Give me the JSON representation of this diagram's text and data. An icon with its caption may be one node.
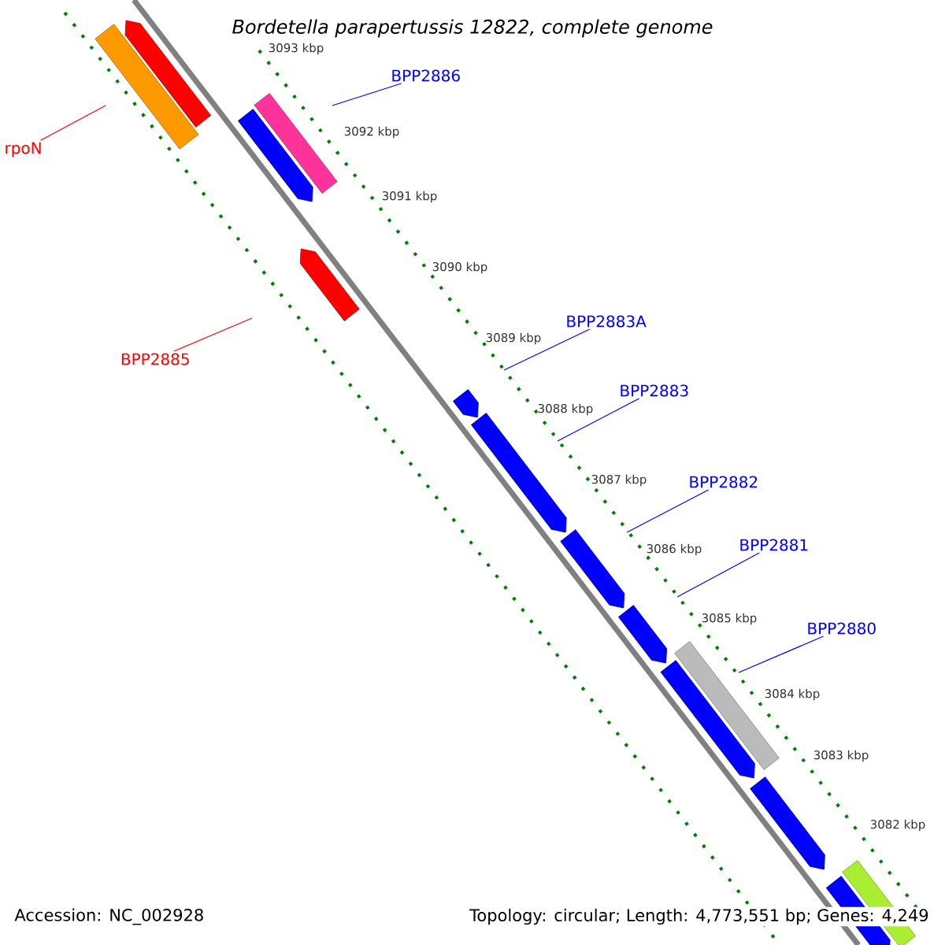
{
  "diagram": {
    "title": "Bordetella parapertussis 12822, complete genome",
    "nodes": [
      {
        "text": [
          "BPP2886"
        ]
      },
      {
        "text": [
          "rpoN"
        ]
      },
      {
        "text": [
          "BPP2885"
        ]
      },
      {
        "text": [
          "BPP2883A"
        ]
      },
      {
        "text": [
          "BPP2883"
        ]
      },
      {
        "text": [
          "BPP2882"
        ]
      },
      {
        "text": [
          "BPP2881"
        ]
      },
      {
        "text": [
          "BPP2880"
        ]
      }
    ],
    "edges": [
      {
        "from": 0,
        "to": null,
        "arrow": "none"
      },
      {
        "from": 1,
        "to": null,
        "arrow": "none",
        "color": "#ff0000"
      },
      {
        "from": 2,
        "to": null,
        "arrow": "none",
        "color": "#ff0000"
      },
      {
        "from": 3,
        "to": null,
        "arrow": "none"
      },
      {
        "from": 4,
        "to": null,
        "arrow": "none"
      },
      {
        "from": 5,
        "to": null,
        "arrow": "none"
      },
      {
        "from": 6,
        "to": null,
        "arrow": "none"
      },
      {
        "from": 7,
        "to": null,
        "arrow": "none"
      }
    ],
    "labels": [
      "3093 kbp",
      "3092 kbp",
      "3091 kbp",
      "3090 kbp",
      "3089 kbp",
      "3088 kbp",
      "3087 kbp",
      "3086 kbp",
      "3085 kbp",
      "3084 kbp",
      "3083 kbp",
      "3082 kbp",
      "Accession: NC_002928",
      "Topology: circular; Length: 4,773,551 bp; Genes: 4,249"
    ]
  }
}
